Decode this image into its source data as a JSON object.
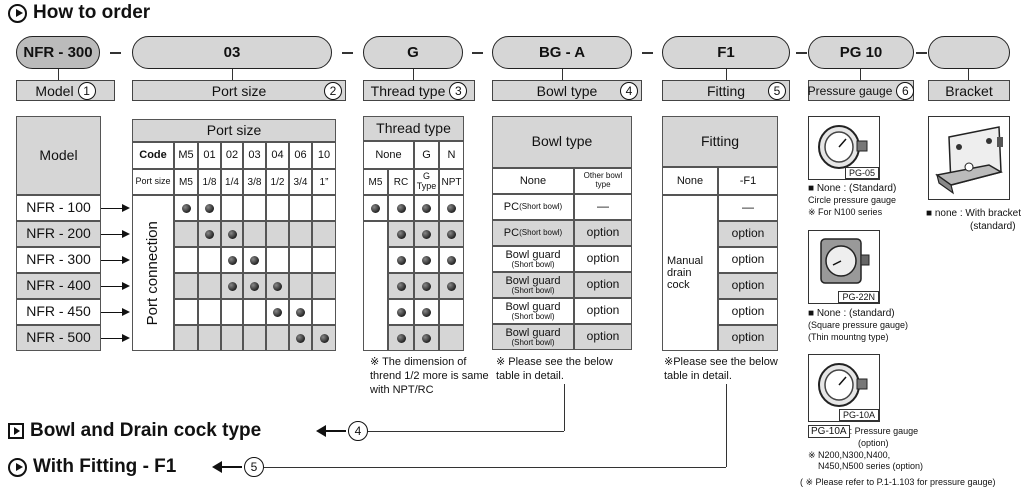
{
  "header": {
    "title": "How to order"
  },
  "code_parts": [
    {
      "code": "NFR - 300",
      "label": "Model",
      "num": "1"
    },
    {
      "code": "03",
      "label": "Port size",
      "num": "2"
    },
    {
      "code": "G",
      "label": "Thread type",
      "num": "3"
    },
    {
      "code": "BG - A",
      "label": "Bowl type",
      "num": "4"
    },
    {
      "code": "F1",
      "label": "Fitting",
      "num": "5"
    },
    {
      "code": "PG 10",
      "label": "Pressure gauge",
      "num": "6"
    },
    {
      "code": "",
      "label": "Bracket",
      "num": ""
    }
  ],
  "model_table": {
    "header": "Model",
    "rows": [
      "NFR - 100",
      "NFR - 200",
      "NFR - 300",
      "NFR - 400",
      "NFR - 450",
      "NFR - 500"
    ]
  },
  "port_table": {
    "title": "Port size",
    "code_label": "Code",
    "size_label": "Port size",
    "codes": [
      "M5",
      "01",
      "02",
      "03",
      "04",
      "06",
      "10"
    ],
    "sizes": [
      "M5",
      "1/8",
      "1/4",
      "3/8",
      "1/2",
      "3/4",
      "1”"
    ],
    "side_label": "Port connection"
  },
  "thread_table": {
    "title": "Thread type",
    "col_none": "None",
    "col_g": "G",
    "col_n": "N",
    "sub": [
      "M5",
      "RC",
      "G Type",
      "NPT"
    ],
    "note": "※ The dimension of thrend 1/2 more is same with NPT/RC"
  },
  "bowl_table": {
    "title": "Bowl type",
    "col_none": "None",
    "col_other": "Other bowl type",
    "rows": [
      {
        "name": "PC",
        "sub": "(Short bowl)",
        "value": "—"
      },
      {
        "name": "PC",
        "sub": "(Short bowl)",
        "value": "option"
      },
      {
        "name": "Bowl guard",
        "sub": "(Short bowl)",
        "value": "option"
      },
      {
        "name": "Bowl guard",
        "sub": "(Short bowl)",
        "value": "option"
      },
      {
        "name": "Bowl guard",
        "sub": "(Short bowl)",
        "value": "option"
      },
      {
        "name": "Bowl guard",
        "sub": "(Short bowl)",
        "value": "option"
      }
    ],
    "note": "※ Please see the below table in detail."
  },
  "fitting_table": {
    "title": "Fitting",
    "col_none": "None",
    "col_f1": "-F1",
    "side_label": "Manual drain cock",
    "values": [
      "—",
      "option",
      "option",
      "option",
      "option",
      "option"
    ],
    "note": "※Please see the below table in detail."
  },
  "gauges": {
    "pg05": {
      "tag": "PG-05",
      "line1": "■ None : (Standard)",
      "line2": "Circle pressure gauge",
      "line3": "※ For N100 series"
    },
    "pg22n": {
      "tag": "PG-22N",
      "line1": "■ None : (standard)",
      "line2": "(Square pressure gauge)",
      "line3": "(Thin mountng type)"
    },
    "pg10a": {
      "tag": "PG-10A",
      "line1_tag": "PG-10A",
      "line1": ": Pressure gauge",
      "line2": "(option)",
      "line3": "※ N200,N300,N400,",
      "line4": "N450,N500 series (option)",
      "line5": "( ※ Please refer to P.1-1.103 for pressure gauge)"
    }
  },
  "bracket": {
    "line1": "■ none : With  bracket",
    "line2": "(standard)"
  },
  "sections": {
    "bowl": {
      "title": "Bowl and Drain cock type",
      "num": "4"
    },
    "fitting": {
      "title": "With Fitting - F1",
      "num": "5"
    }
  }
}
